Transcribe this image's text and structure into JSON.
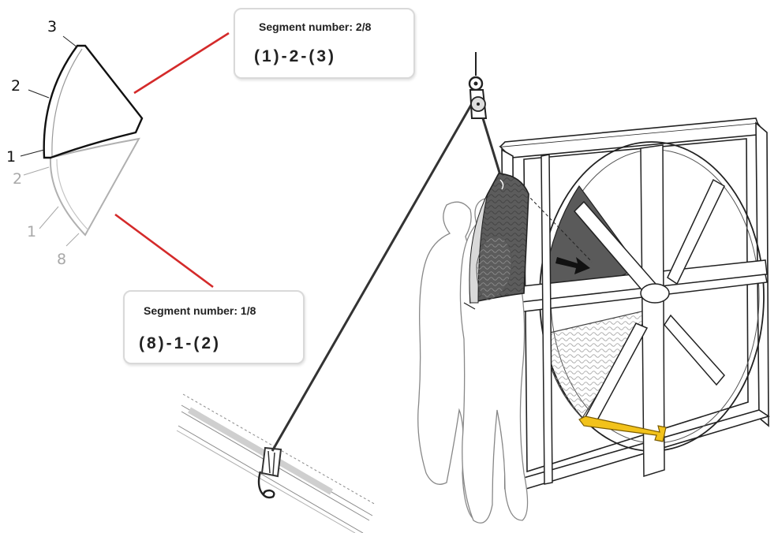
{
  "callouts": {
    "segment_2": {
      "title": "Segment number: 2/8",
      "sequence": "(1)-2-(3)"
    },
    "segment_1": {
      "title": "Segment number: 1/8",
      "sequence": "(8)-1-(2)"
    }
  },
  "edge_numbers": {
    "segment_2": [
      "3",
      "2",
      "1"
    ],
    "segment_1": [
      "2",
      "1",
      "8"
    ]
  },
  "colors": {
    "callout_line": "#d42a2a",
    "highlight_tool": "#f2c21b",
    "segment_dark": "#5a5a5a"
  }
}
